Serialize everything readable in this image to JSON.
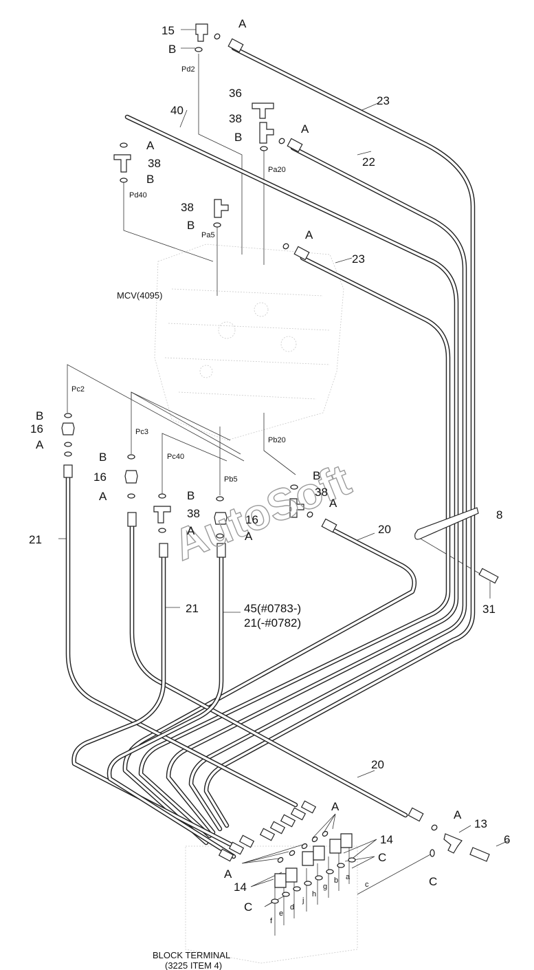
{
  "labels": {
    "n15": "15",
    "n36": "36",
    "n38a": "38",
    "n38b": "38",
    "n38c": "38",
    "n38d": "38",
    "n38e": "38",
    "n40": "40",
    "n23a": "23",
    "n23b": "23",
    "n22": "22",
    "n16a": "16",
    "n16b": "16",
    "n16c": "16",
    "n21a": "21",
    "n21b": "21",
    "n20a": "20",
    "n20b": "20",
    "n8": "8",
    "n31": "31",
    "n45": "45(#0783-)",
    "n21c": "21(-#0782)",
    "n13": "13",
    "n6": "6",
    "n14a": "14",
    "n14b": "14",
    "A": "A",
    "B": "B",
    "C": "C",
    "Pd2": "Pd2",
    "Pa20": "Pa20",
    "Pd40": "Pd40",
    "Pa5": "Pa5",
    "Pc2": "Pc2",
    "Pc3": "Pc3",
    "Pc40": "Pc40",
    "Pb5": "Pb5",
    "Pb20": "Pb20",
    "mcv": "MCV(4095)",
    "a": "a",
    "b": "b",
    "c": "c",
    "d": "d",
    "e": "e",
    "f": "f",
    "g": "g",
    "h": "h",
    "j": "j",
    "block1": "BLOCK TERMINAL",
    "block2": "(3225 ITEM 4)",
    "watermark": "AutoSoft"
  }
}
